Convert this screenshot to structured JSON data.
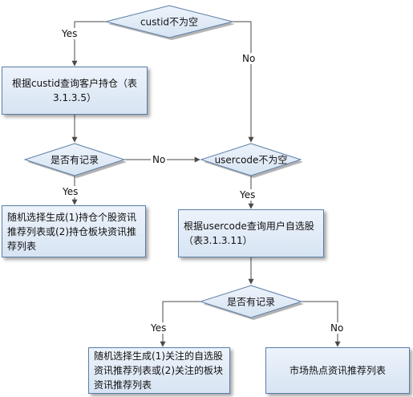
{
  "diamonds": {
    "d1": "custid不为空",
    "d2": "是否有记录",
    "d3": "usercode不为空",
    "d4": "是否有记录"
  },
  "boxes": {
    "b1": "根据custid查询客户持仓（表3.1.3.5）",
    "b2": "随机选择生成(1)持仓个股资讯推荐列表或(2)持仓板块资讯推荐列表",
    "b3": "根据usercode查询用户自选股（表3.1.3.11）",
    "b4": "随机选择生成(1)关注的自选股资讯推荐列表或(2)关注的板块资讯推荐列表",
    "b5": "市场热点资讯推荐列表"
  },
  "labels": {
    "yes1": "Yes",
    "no1": "No",
    "yes2": "Yes",
    "no2": "No",
    "yes3": "Yes",
    "yes4": "Yes",
    "no4": "No"
  },
  "colors": {
    "fill_top": "#edf3fb",
    "fill_bottom": "#d7e4f3",
    "border": "#5b7ea7",
    "line": "#4a4a4a"
  }
}
